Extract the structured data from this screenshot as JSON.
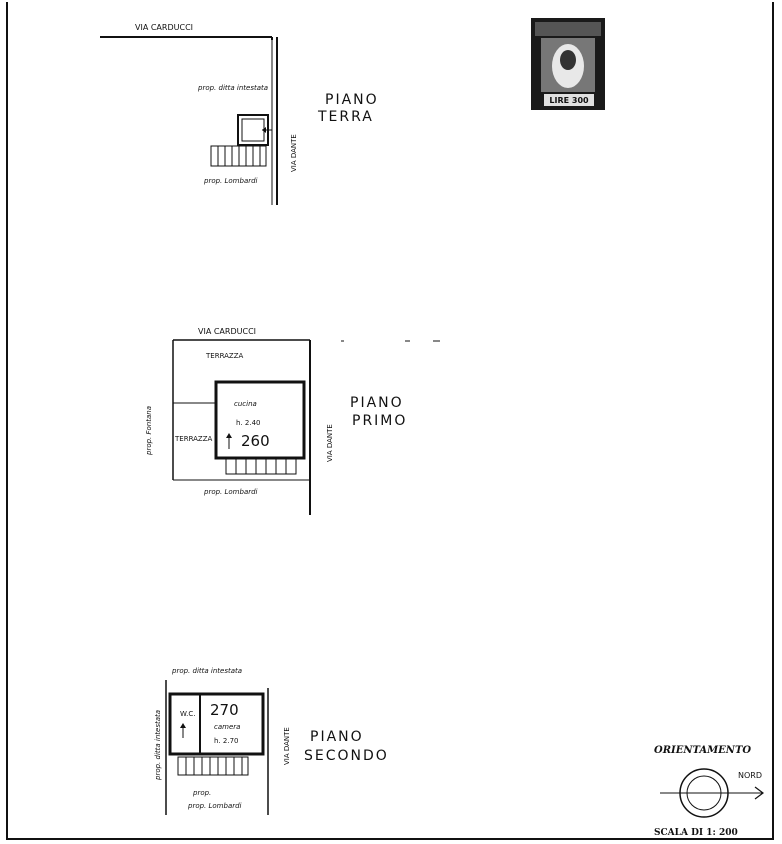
{
  "stamp": {
    "value": "LIRE 300",
    "icon": "postage-stamp-portrait"
  },
  "ground_floor": {
    "title_line1": "PIANO",
    "title_line2": "TERRA",
    "street_top": "VIA CARDUCCI",
    "street_side": "VIA DANTE",
    "neighbor_top": "prop. ditta intestata",
    "neighbor_bottom": "prop. Lombardi"
  },
  "first_floor": {
    "title_line1": "PIANO",
    "title_line2": "PRIMO",
    "street_top": "VIA CARDUCCI",
    "street_side": "VIA DANTE",
    "terrace_top": "TERRAZZA",
    "terrace_left": "TERRAZZA",
    "neighbor_left": "prop. Fontana",
    "neighbor_bottom": "prop. Lombardi",
    "room_name": "cucina",
    "room_height": "h. 2.40",
    "room_number": "260"
  },
  "second_floor": {
    "title_line1": "PIANO",
    "title_line2": "SECONDO",
    "street_side": "VIA DANTE",
    "neighbor_top": "prop. ditta intestata",
    "neighbor_left": "prop. ditta intestata",
    "neighbor_bottom": "prop. Lombardi",
    "room_number": "270",
    "room_name": "camera",
    "room_height": "h. 2.70",
    "wc_label": "W.C."
  },
  "legend": {
    "orientation_label": "ORIENTAMENTO",
    "north_label": "NORD",
    "scale_label": "SCALA DI 1: 200"
  }
}
